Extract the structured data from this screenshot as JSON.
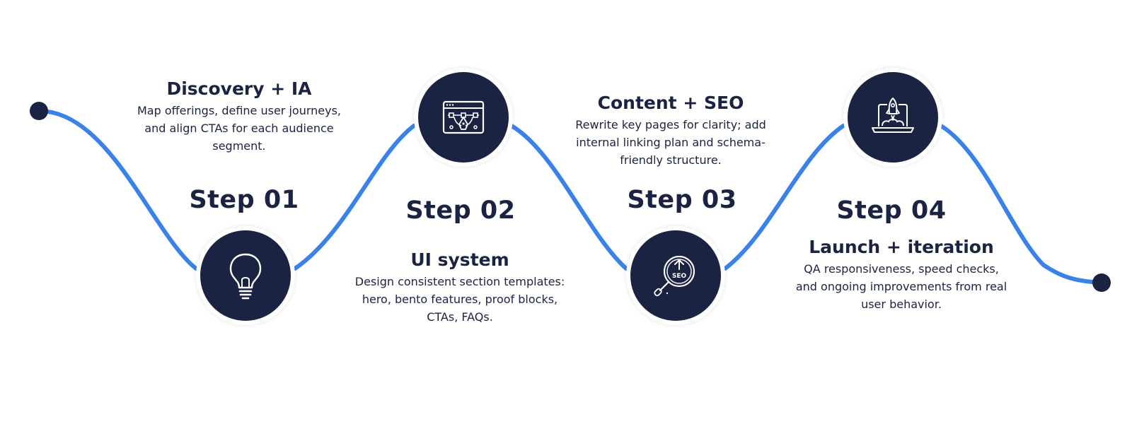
{
  "colors": {
    "navy": "#1b2342",
    "wave_blue": "#3b82e8",
    "background": "#ffffff",
    "icon_stroke": "#ffffff"
  },
  "steps": [
    {
      "label": "Step 01",
      "title": "Discovery + IA",
      "description": "Map offerings, define user journeys, and align CTAs for each audience segment.",
      "icon": "lightbulb-icon"
    },
    {
      "label": "Step 02",
      "title": "UI system",
      "description": "Design consistent section templates: hero, bento features, proof blocks, CTAs, FAQs.",
      "icon": "browser-vector-design-icon"
    },
    {
      "label": "Step 03",
      "title": "Content + SEO",
      "description": "Rewrite key pages for clarity; add internal linking plan and schema-friendly structure.",
      "icon": "seo-magnifier-icon",
      "icon_text": "SEO"
    },
    {
      "label": "Step 04",
      "title": "Launch + iteration",
      "description": "QA responsiveness, speed checks, and ongoing improvements from real user behavior.",
      "icon": "rocket-laptop-icon"
    }
  ]
}
